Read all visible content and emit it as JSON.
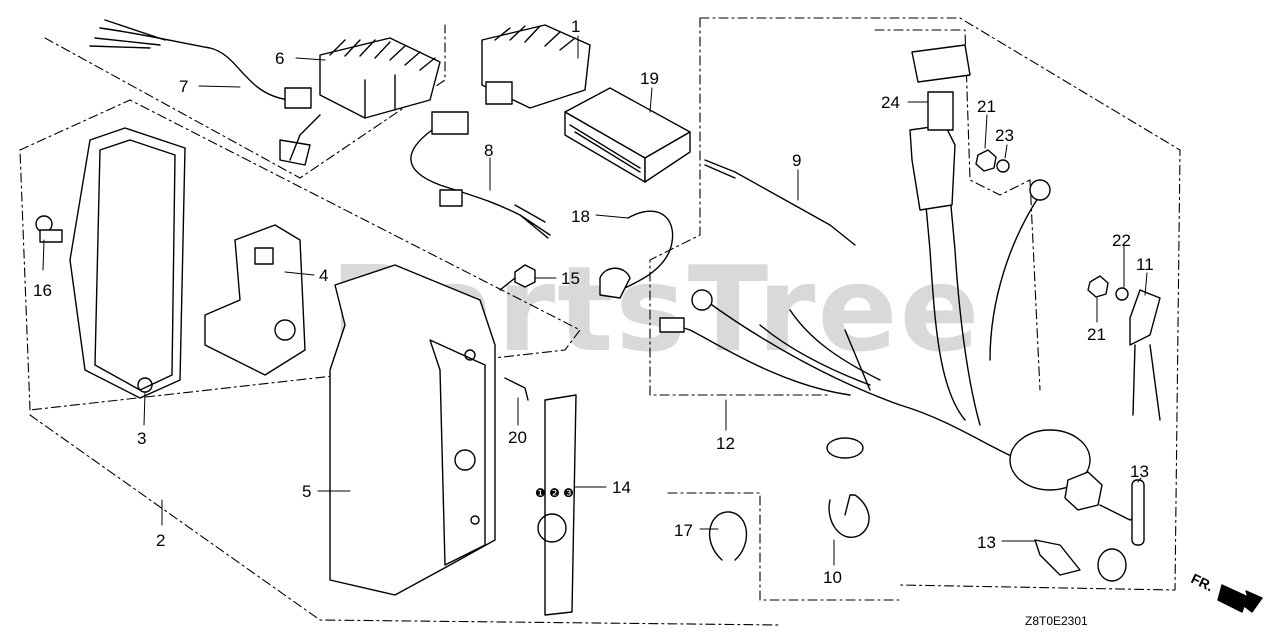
{
  "watermark": "PartsTree",
  "diagram_code": "Z8T0E2301",
  "direction_label": "FR.",
  "callouts": [
    "1",
    "2",
    "3",
    "4",
    "5",
    "6",
    "7",
    "8",
    "9",
    "10",
    "11",
    "12",
    "13",
    "13",
    "14",
    "15",
    "16",
    "17",
    "18",
    "19",
    "20",
    "21",
    "21",
    "22",
    "23",
    "24"
  ]
}
